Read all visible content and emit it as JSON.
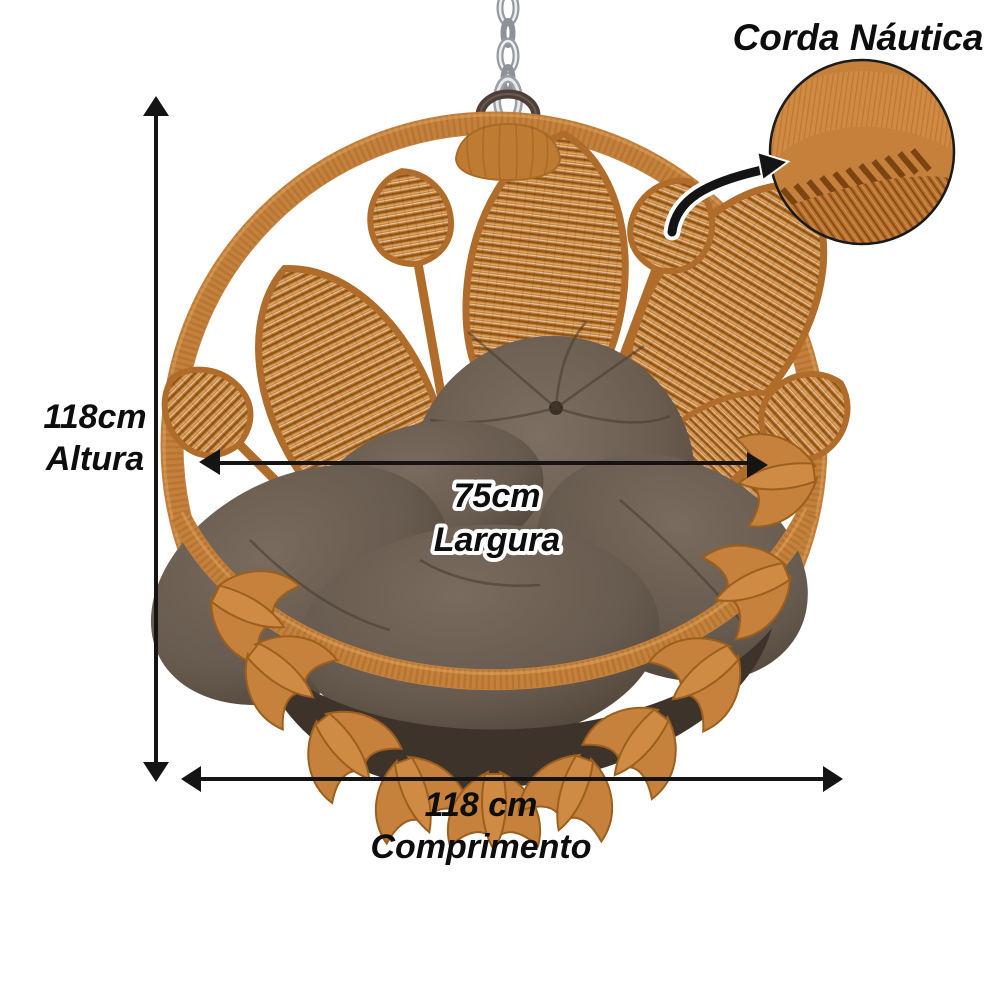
{
  "callout": {
    "label": "Corda Náutica"
  },
  "dimensions": {
    "height": {
      "value": "118cm",
      "label": "Altura"
    },
    "width": {
      "value": "75cm",
      "label": "Largura"
    },
    "length": {
      "value": "118 cm",
      "label": "Comprimento"
    }
  },
  "colors": {
    "rope_orange": "#c5813c",
    "rope_shadow": "#8f5a1e",
    "rope_light": "#dfa763",
    "cushion_brown": "#675a4e",
    "cushion_dark": "#4a3e34",
    "metal_ring": "#4e4038",
    "chain_silver": "#9aa0a6",
    "annotation_black": "#141414",
    "background": "#ffffff"
  }
}
